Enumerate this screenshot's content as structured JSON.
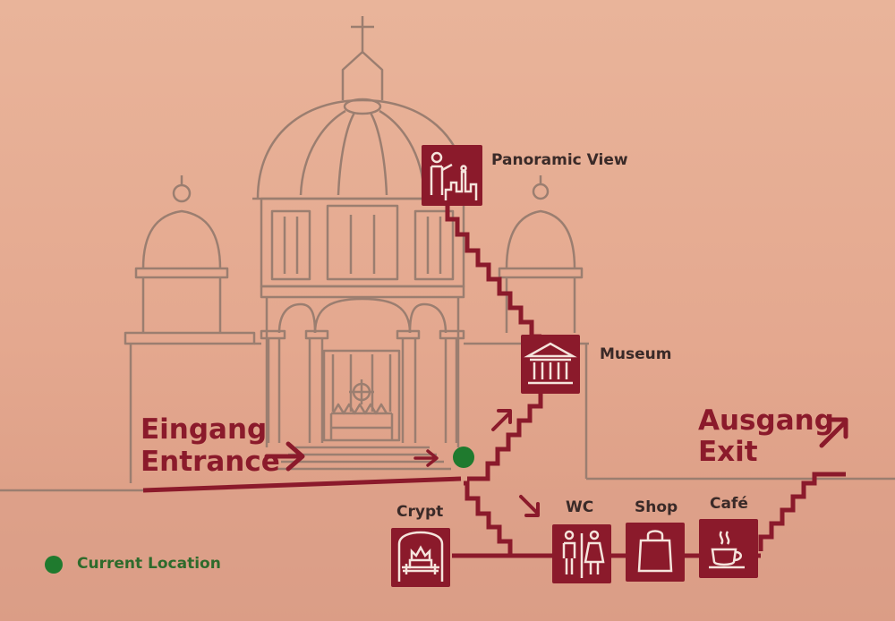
{
  "labels": {
    "panoramic_view": "Panoramic View",
    "museum": "Museum",
    "entrance_de": "Eingang",
    "entrance_en": "Entrance",
    "exit_de": "Ausgang",
    "exit_en": "Exit",
    "crypt": "Crypt",
    "wc": "WC",
    "shop": "Shop",
    "cafe": "Café",
    "current_location": "Current Location"
  },
  "colors": {
    "route": "#8b1a2b",
    "building_outline": "#9b7e70",
    "location_marker": "#1f7a2e",
    "legend_text": "#2e6b2c",
    "background": "#e7ae94"
  },
  "icons": [
    "panoramic-view-icon",
    "museum-icon",
    "crypt-icon",
    "wc-icon",
    "shop-icon",
    "cafe-icon"
  ]
}
